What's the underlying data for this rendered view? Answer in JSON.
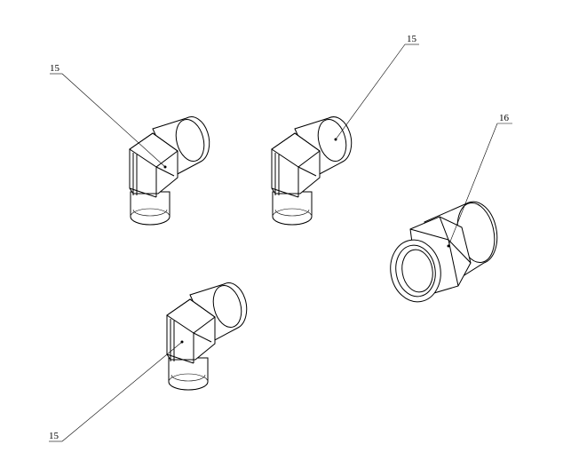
{
  "callouts": [
    {
      "label": "15"
    },
    {
      "label": "15"
    },
    {
      "label": "16"
    },
    {
      "label": "15"
    }
  ]
}
